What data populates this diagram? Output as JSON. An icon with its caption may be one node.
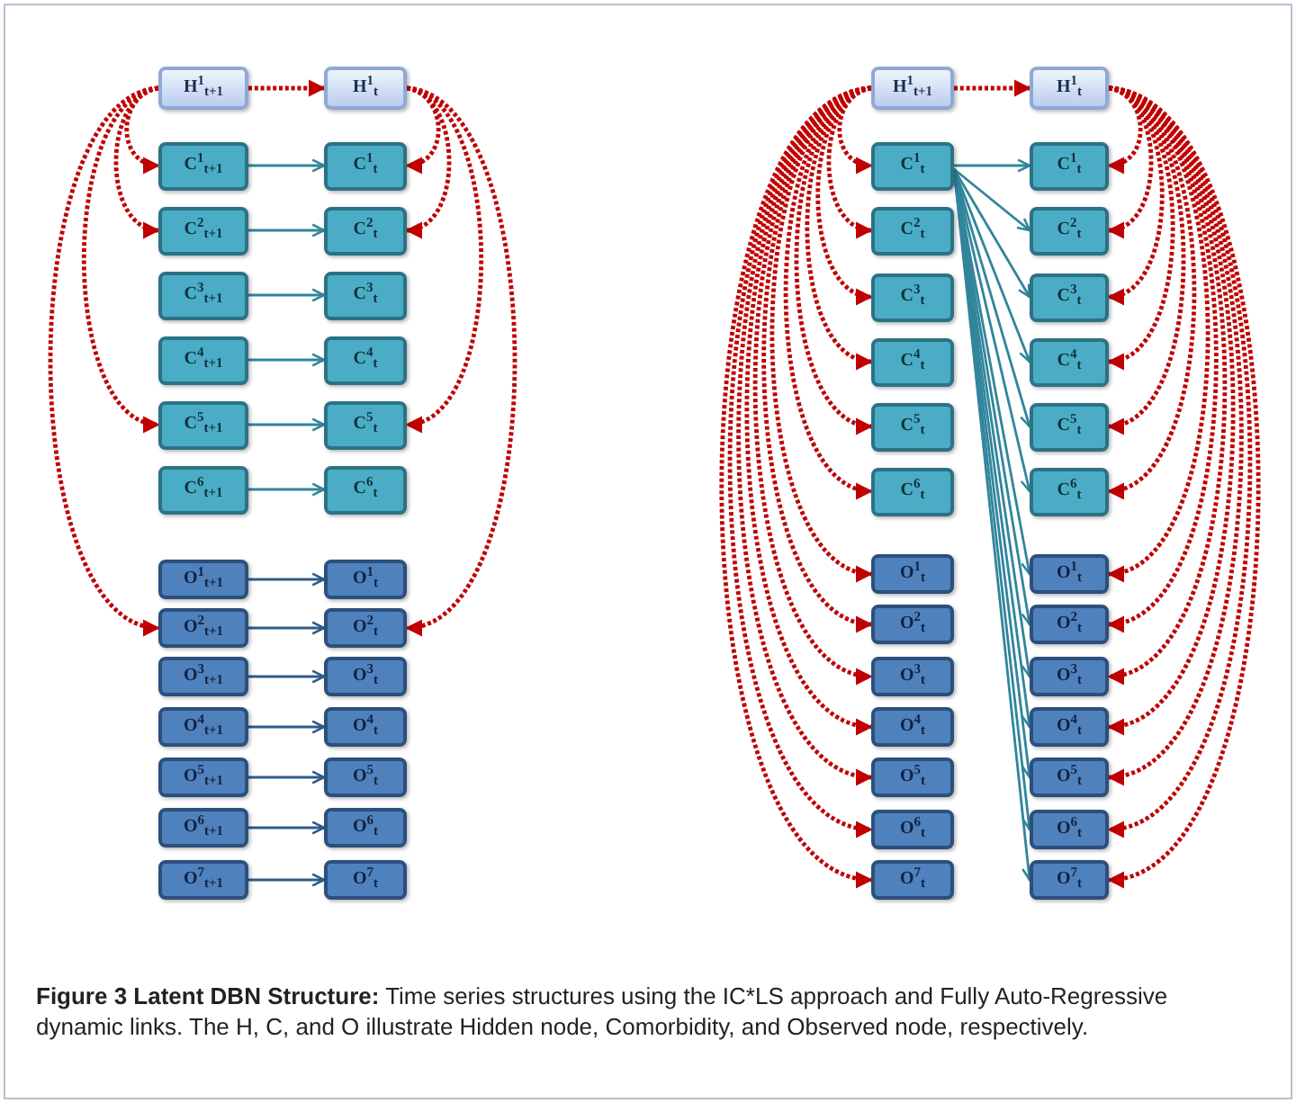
{
  "diagram": {
    "caption": "**Figure 3 Latent DBN Structure:** Time series structures using the IC*LS approach and Fully Auto-Regressive dynamic links. The H, C, and O illustrate Hidden node, Comorbidity, and Observed node, respectively.",
    "nodes": [
      {
        "text": [
          "H$^{1}$$_{t+1}$"
        ]
      },
      {
        "text": [
          "H$^{1}$$_{t}$"
        ]
      },
      {
        "text": [
          "C$^{1}$$_{t+1}$"
        ]
      },
      {
        "text": [
          "C$^{1}$$_{t}$"
        ]
      },
      {
        "text": [
          "C$^{2}$$_{t+1}$"
        ]
      },
      {
        "text": [
          "C$^{2}$$_{t}$"
        ]
      },
      {
        "text": [
          "C$^{3}$$_{t+1}$"
        ]
      },
      {
        "text": [
          "C$^{3}$$_{t}$"
        ]
      },
      {
        "text": [
          "C$^{4}$$_{t+1}$"
        ]
      },
      {
        "text": [
          "C$^{4}$$_{t}$"
        ]
      },
      {
        "text": [
          "C$^{5}$$_{t+1}$"
        ]
      },
      {
        "text": [
          "C$^{5}$$_{t}$"
        ]
      },
      {
        "text": [
          "C$^{6}$$_{t+1}$"
        ]
      },
      {
        "text": [
          "C$^{6}$$_{t}$"
        ]
      },
      {
        "text": [
          "O$^{1}$$_{t+1}$"
        ]
      },
      {
        "text": [
          "O$^{1}$$_{t}$"
        ]
      },
      {
        "text": [
          "O$^{2}$$_{t+1}$"
        ]
      },
      {
        "text": [
          "O$^{2}$$_{t}$"
        ]
      },
      {
        "text": [
          "O$^{3}$$_{t+1}$"
        ]
      },
      {
        "text": [
          "O$^{3}$$_{t}$"
        ]
      },
      {
        "text": [
          "O$^{4}$$_{t+1}$"
        ]
      },
      {
        "text": [
          "O$^{4}$$_{t}$"
        ]
      },
      {
        "text": [
          "O$^{5}$$_{t+1}$"
        ]
      },
      {
        "text": [
          "O$^{5}$$_{t}$"
        ]
      },
      {
        "text": [
          "O$^{6}$$_{t+1}$"
        ]
      },
      {
        "text": [
          "O$^{6}$$_{t}$"
        ]
      },
      {
        "text": [
          "O$^{7}$$_{t+1}$"
        ]
      },
      {
        "text": [
          "O$^{7}$$_{t}$"
        ]
      },
      {
        "text": [
          "H$^{1}$$_{t+1}$"
        ]
      },
      {
        "text": [
          "H$^{1}$$_{t}$"
        ]
      },
      {
        "text": [
          "C$^{1}$$_{t}$"
        ]
      },
      {
        "text": [
          "C$^{1}$$_{t}$"
        ]
      },
      {
        "text": [
          "C$^{2}$$_{t}$"
        ]
      },
      {
        "text": [
          "C$^{2}$$_{t}$"
        ]
      },
      {
        "text": [
          "C$^{3}$$_{t}$"
        ]
      },
      {
        "text": [
          "C$^{3}$$_{t}$"
        ]
      },
      {
        "text": [
          "C$^{4}$$_{t}$"
        ]
      },
      {
        "text": [
          "C$^{4}$$_{t}$"
        ]
      },
      {
        "text": [
          "C$^{5}$$_{t}$"
        ]
      },
      {
        "text": [
          "C$^{5}$$_{t}$"
        ]
      },
      {
        "text": [
          "C$^{6}$$_{t}$"
        ]
      },
      {
        "text": [
          "C$^{6}$$_{t}$"
        ]
      },
      {
        "text": [
          "O$^{1}$$_{t}$"
        ]
      },
      {
        "text": [
          "O$^{1}$$_{t}$"
        ]
      },
      {
        "text": [
          "O$^{2}$$_{t}$"
        ]
      },
      {
        "text": [
          "O$^{2}$$_{t}$"
        ]
      },
      {
        "text": [
          "O$^{3}$$_{t}$"
        ]
      },
      {
        "text": [
          "O$^{3}$$_{t}$"
        ]
      },
      {
        "text": [
          "O$^{4}$$_{t}$"
        ]
      },
      {
        "text": [
          "O$^{4}$$_{t}$"
        ]
      },
      {
        "text": [
          "O$^{5}$$_{t}$"
        ]
      },
      {
        "text": [
          "O$^{5}$$_{t}$"
        ]
      },
      {
        "text": [
          "O$^{6}$$_{t}$"
        ]
      },
      {
        "text": [
          "O$^{6}$$_{t}$"
        ]
      },
      {
        "text": [
          "O$^{7}$$_{t}$"
        ]
      },
      {
        "text": [
          "O$^{7}$$_{t}$"
        ]
      }
    ],
    "edges": [
      {
        "from": 0,
        "to": 1,
        "arrow": "to",
        "style": "dashed",
        "color": "#c00000"
      },
      {
        "from": 2,
        "to": 3,
        "arrow": "to",
        "color": "#31859c"
      },
      {
        "from": 4,
        "to": 5,
        "arrow": "to",
        "color": "#31859c"
      },
      {
        "from": 6,
        "to": 7,
        "arrow": "to",
        "color": "#31859c"
      },
      {
        "from": 8,
        "to": 9,
        "arrow": "to",
        "color": "#31859c"
      },
      {
        "from": 10,
        "to": 11,
        "arrow": "to",
        "color": "#31859c"
      },
      {
        "from": 12,
        "to": 13,
        "arrow": "to",
        "color": "#31859c"
      },
      {
        "from": 14,
        "to": 15,
        "arrow": "to",
        "color": "#2e5c8a"
      },
      {
        "from": 16,
        "to": 17,
        "arrow": "to",
        "color": "#2e5c8a"
      },
      {
        "from": 18,
        "to": 19,
        "arrow": "to",
        "color": "#2e5c8a"
      },
      {
        "from": 20,
        "to": 21,
        "arrow": "to",
        "color": "#2e5c8a"
      },
      {
        "from": 22,
        "to": 23,
        "arrow": "to",
        "color": "#2e5c8a"
      },
      {
        "from": 24,
        "to": 25,
        "arrow": "to",
        "color": "#2e5c8a"
      },
      {
        "from": 26,
        "to": 27,
        "arrow": "to",
        "color": "#2e5c8a"
      },
      {
        "from": 0,
        "to": 2,
        "arrow": "to",
        "style": "dashed",
        "color": "#c00000"
      },
      {
        "from": 0,
        "to": 4,
        "arrow": "to",
        "style": "dashed",
        "color": "#c00000"
      },
      {
        "from": 0,
        "to": 10,
        "arrow": "to",
        "style": "dashed",
        "color": "#c00000"
      },
      {
        "from": 0,
        "to": 16,
        "arrow": "to",
        "style": "dashed",
        "color": "#c00000"
      },
      {
        "from": 1,
        "to": 3,
        "arrow": "to",
        "style": "dashed",
        "color": "#c00000"
      },
      {
        "from": 1,
        "to": 5,
        "arrow": "to",
        "style": "dashed",
        "color": "#c00000"
      },
      {
        "from": 1,
        "to": 11,
        "arrow": "to",
        "style": "dashed",
        "color": "#c00000"
      },
      {
        "from": 1,
        "to": 17,
        "arrow": "to",
        "style": "dashed",
        "color": "#c00000"
      },
      {
        "from": 28,
        "to": 29,
        "arrow": "to",
        "style": "dashed",
        "color": "#c00000"
      },
      {
        "from": 30,
        "to": 31,
        "arrow": "to",
        "color": "#31859c"
      },
      {
        "from": 30,
        "to": 33,
        "arrow": "to",
        "color": "#31859c"
      },
      {
        "from": 30,
        "to": 35,
        "arrow": "to",
        "color": "#31859c"
      },
      {
        "from": 30,
        "to": 37,
        "arrow": "to",
        "color": "#31859c"
      },
      {
        "from": 30,
        "to": 39,
        "arrow": "to",
        "color": "#31859c"
      },
      {
        "from": 30,
        "to": 41,
        "arrow": "to",
        "color": "#31859c"
      },
      {
        "from": 30,
        "to": 43,
        "arrow": "to",
        "color": "#31859c"
      },
      {
        "from": 30,
        "to": 45,
        "arrow": "to",
        "color": "#31859c"
      },
      {
        "from": 30,
        "to": 47,
        "arrow": "to",
        "color": "#31859c"
      },
      {
        "from": 30,
        "to": 49,
        "arrow": "to",
        "color": "#31859c"
      },
      {
        "from": 30,
        "to": 51,
        "arrow": "to",
        "color": "#31859c"
      },
      {
        "from": 30,
        "to": 53,
        "arrow": "to",
        "color": "#31859c"
      },
      {
        "from": 30,
        "to": 55,
        "arrow": "to",
        "color": "#31859c"
      },
      {
        "from": 28,
        "to": 30,
        "arrow": "to",
        "style": "dashed",
        "color": "#c00000"
      },
      {
        "from": 28,
        "to": 32,
        "arrow": "to",
        "style": "dashed",
        "color": "#c00000"
      },
      {
        "from": 28,
        "to": 34,
        "arrow": "to",
        "style": "dashed",
        "color": "#c00000"
      },
      {
        "from": 28,
        "to": 36,
        "arrow": "to",
        "style": "dashed",
        "color": "#c00000"
      },
      {
        "from": 28,
        "to": 38,
        "arrow": "to",
        "style": "dashed",
        "color": "#c00000"
      },
      {
        "from": 28,
        "to": 40,
        "arrow": "to",
        "style": "dashed",
        "color": "#c00000"
      },
      {
        "from": 28,
        "to": 42,
        "arrow": "to",
        "style": "dashed",
        "color": "#c00000"
      },
      {
        "from": 28,
        "to": 44,
        "arrow": "to",
        "style": "dashed",
        "color": "#c00000"
      },
      {
        "from": 28,
        "to": 46,
        "arrow": "to",
        "style": "dashed",
        "color": "#c00000"
      },
      {
        "from": 28,
        "to": 48,
        "arrow": "to",
        "style": "dashed",
        "color": "#c00000"
      },
      {
        "from": 28,
        "to": 50,
        "arrow": "to",
        "style": "dashed",
        "color": "#c00000"
      },
      {
        "from": 28,
        "to": 52,
        "arrow": "to",
        "style": "dashed",
        "color": "#c00000"
      },
      {
        "from": 28,
        "to": 54,
        "arrow": "to",
        "style": "dashed",
        "color": "#c00000"
      },
      {
        "from": 29,
        "to": 31,
        "arrow": "to",
        "style": "dashed",
        "color": "#c00000"
      },
      {
        "from": 29,
        "to": 33,
        "arrow": "to",
        "style": "dashed",
        "color": "#c00000"
      },
      {
        "from": 29,
        "to": 35,
        "arrow": "to",
        "style": "dashed",
        "color": "#c00000"
      },
      {
        "from": 29,
        "to": 37,
        "arrow": "to",
        "style": "dashed",
        "color": "#c00000"
      },
      {
        "from": 29,
        "to": 39,
        "arrow": "to",
        "style": "dashed",
        "color": "#c00000"
      },
      {
        "from": 29,
        "to": 41,
        "arrow": "to",
        "style": "dashed",
        "color": "#c00000"
      },
      {
        "from": 29,
        "to": 43,
        "arrow": "to",
        "style": "dashed",
        "color": "#c00000"
      },
      {
        "from": 29,
        "to": 45,
        "arrow": "to",
        "style": "dashed",
        "color": "#c00000"
      },
      {
        "from": 29,
        "to": 47,
        "arrow": "to",
        "style": "dashed",
        "color": "#c00000"
      },
      {
        "from": 29,
        "to": 49,
        "arrow": "to",
        "style": "dashed",
        "color": "#c00000"
      },
      {
        "from": 29,
        "to": 51,
        "arrow": "to",
        "style": "dashed",
        "color": "#c00000"
      },
      {
        "from": 29,
        "to": 53,
        "arrow": "to",
        "style": "dashed",
        "color": "#c00000"
      },
      {
        "from": 29,
        "to": 55,
        "arrow": "to",
        "style": "dashed",
        "color": "#c00000"
      }
    ]
  }
}
